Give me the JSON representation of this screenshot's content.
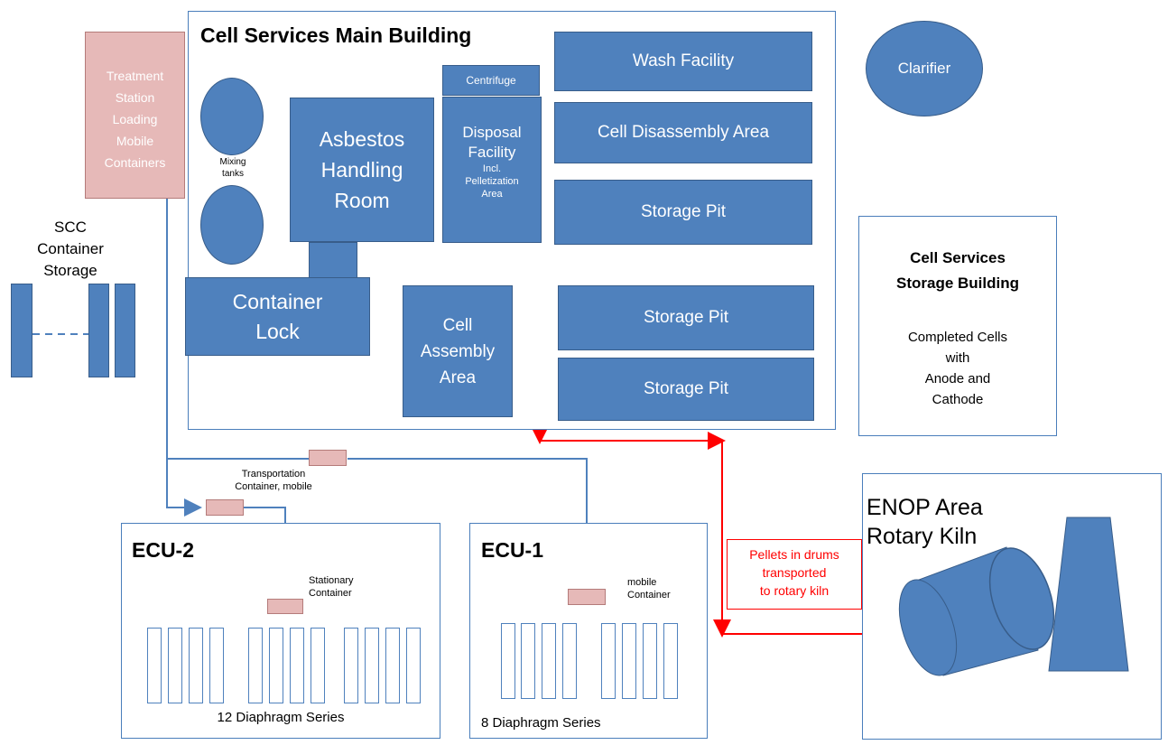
{
  "main_building": {
    "title": "Cell Services Main Building",
    "wash": "Wash Facility",
    "disassembly": "Cell Disassembly Area",
    "storage_pit_1": "Storage Pit",
    "storage_pit_2": "Storage Pit",
    "storage_pit_3": "Storage Pit",
    "asbestos": "Asbestos\nHandling\nRoom",
    "container_lock": "Container\nLock",
    "cell_assembly": "Cell\nAssembly\nArea",
    "centrifuge": "Centrifuge",
    "disposal": "Disposal\nFacility",
    "disposal_sub": "Incl.\nPelletization\nArea",
    "mixing_tanks": "Mixing\ntanks"
  },
  "treatment_station": "Treatment\nStation\nLoading\nMobile\nContainers",
  "clarifier": "Clarifier",
  "scc_storage": "SCC\nContainer\nStorage",
  "storage_building": {
    "title": "Cell Services\nStorage Building",
    "text": "Completed Cells\nwith\nAnode and\nCathode"
  },
  "transport_label": "Transportation\nContainer, mobile",
  "ecu2": {
    "title": "ECU-2",
    "container_label": "Stationary\nContainer",
    "series": "12 Diaphragm Series"
  },
  "ecu1": {
    "title": "ECU-1",
    "container_label": "mobile\nContainer",
    "series": "8 Diaphragm Series"
  },
  "pellets_label": "Pellets in drums\ntransported\nto rotary kiln",
  "enop": {
    "title": "ENOP Area\nRotary Kiln"
  },
  "colors": {
    "blue": "#4f81bd",
    "pink": "#e6b9b8",
    "red": "#ff0000",
    "frame": "#4a7ebb"
  }
}
